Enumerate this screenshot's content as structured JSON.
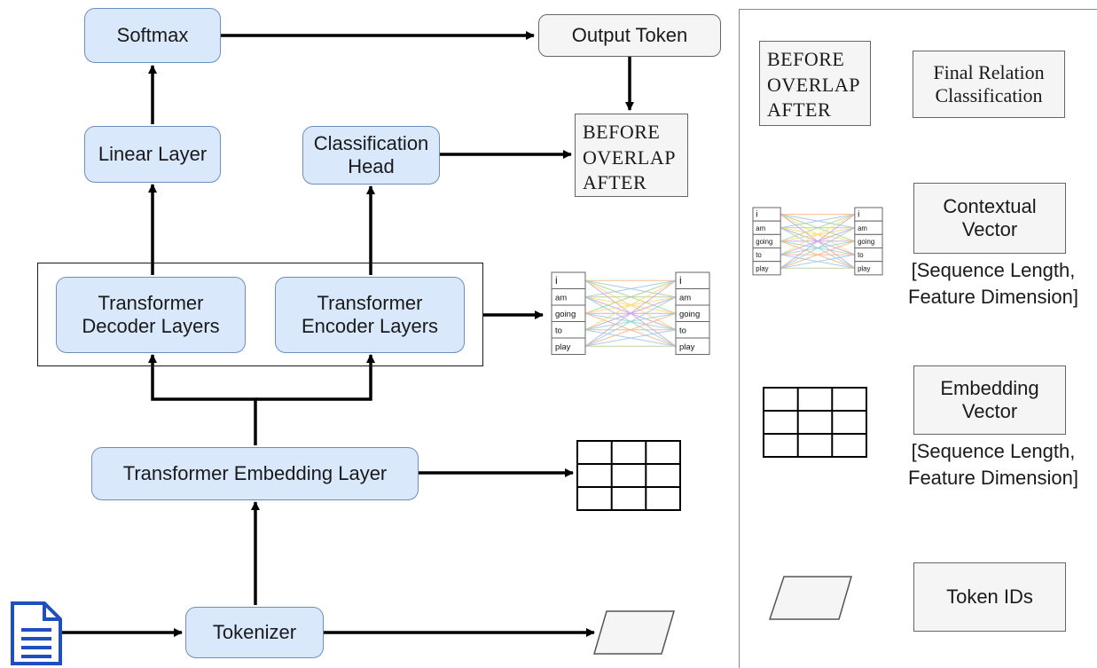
{
  "diagram": {
    "nodes": {
      "softmax": "Softmax",
      "output_token": "Output Token",
      "linear_layer": "Linear Layer",
      "classification_head": "Classification\nHead",
      "relation_output": "BEFORE\nOVERLAP\nAFTER",
      "decoder_layers": "Transformer\nDecoder Layers",
      "encoder_layers": "Transformer\nEncoder Layers",
      "embedding_layer": "Transformer Embedding Layer",
      "tokenizer": "Tokenizer"
    },
    "context_tokens": [
      "i",
      "am",
      "going",
      "to",
      "play"
    ]
  },
  "legend": {
    "relation_icon": "BEFORE\nOVERLAP\nAFTER",
    "final_relation": "Final Relation\nClassification",
    "contextual_vector": "Contextual\nVector",
    "contextual_shape": "[Sequence Length,\nFeature Dimension]",
    "embedding_vector": "Embedding\nVector",
    "embedding_shape": "[Sequence Length,\nFeature Dimension]",
    "token_ids": "Token IDs"
  },
  "colors": {
    "node_fill": "#dae8fc",
    "node_border": "#6c8ebf",
    "neutral_fill": "#f5f5f5",
    "neutral_border": "#666666",
    "document_icon": "#1f4fbf"
  },
  "icons": {
    "input": "document-icon",
    "token_ids": "parallelogram-icon",
    "embedding": "grid-icon",
    "contextual": "attention-map-icon"
  }
}
